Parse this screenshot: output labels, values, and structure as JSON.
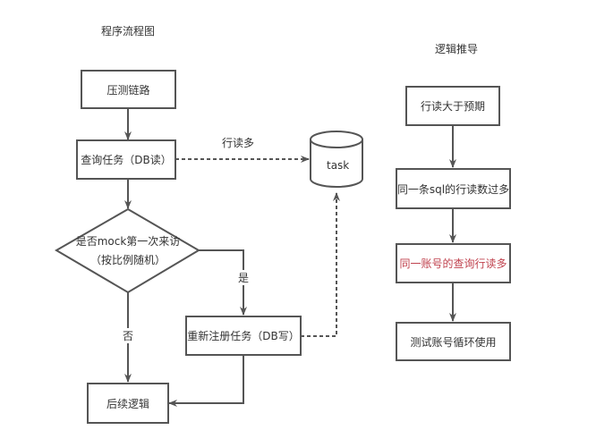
{
  "left_diagram": {
    "title": "程序流程图",
    "nodes": {
      "stress_link": "压测链路",
      "query_task": "查询任务（DB读）",
      "decision_line1": "是否mock第一次来访",
      "decision_line2": "（按比例随机）",
      "reregister_task": "重新注册任务（DB写）",
      "followup_logic": "后续逻辑",
      "database": "task"
    },
    "edge_labels": {
      "many_row_reads": "行读多",
      "yes": "是",
      "no": "否"
    }
  },
  "right_diagram": {
    "title": "逻辑推导",
    "steps": [
      {
        "text": "行读大于预期",
        "color": "#333333"
      },
      {
        "text": "同一条sql的行读数过多",
        "color": "#333333"
      },
      {
        "text": "同一账号的查询行读多",
        "color": "#c0424e"
      },
      {
        "text": "测试账号循环使用",
        "color": "#333333"
      }
    ]
  },
  "colors": {
    "line": "#555555",
    "highlight_text": "#c0424e"
  }
}
